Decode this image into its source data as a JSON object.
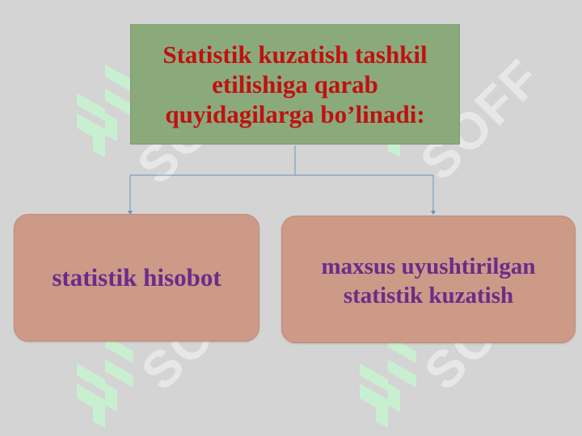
{
  "diagram": {
    "root": {
      "label": "Statistik kuzatish tashkil etilishiga qarab quyidagilarga bo’linadi:"
    },
    "children": [
      {
        "label": "statistik hisobot"
      },
      {
        "label": "maxsus uyushtirilgan statistik kuzatish"
      }
    ]
  },
  "watermark": {
    "text": "SOFF"
  },
  "colors": {
    "background": "#d4d4d4",
    "root_fill": "#8aaa7c",
    "root_text": "#c0110f",
    "child_fill": "#cc9a86",
    "child_text": "#6a2c8a",
    "connector": "#6f8fb3",
    "watermark": "#c8f0d0"
  }
}
